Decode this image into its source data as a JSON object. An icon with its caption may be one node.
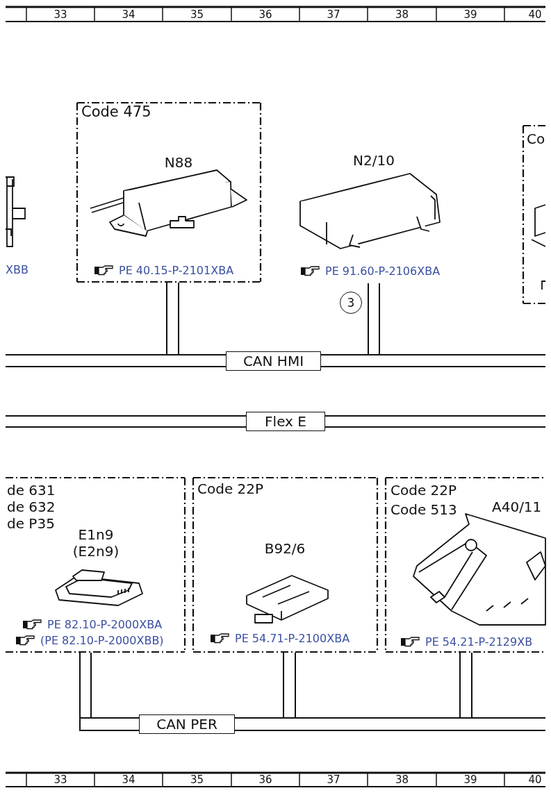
{
  "diagram": {
    "nodes": [
      {
        "text": [
          "Code 475"
        ]
      },
      {
        "text": [
          "N88",
          "PE 40.15-P-2101XBA"
        ],
        "in": 0
      },
      {
        "text": [
          "N2/10",
          "PE 91.60-P-2106XBA"
        ]
      },
      {
        "text": [
          "CAN HMI"
        ]
      },
      {
        "text": [
          "Flex E"
        ]
      },
      {
        "text": [
          "de 631",
          "de 632",
          "de P35"
        ]
      },
      {
        "text": [
          "E1n9 (E2n9)",
          "PE 82.10-P-2000XBA",
          "(PE 82.10-P-2000XBB)"
        ],
        "in": 5
      },
      {
        "text": [
          "Code 22P"
        ]
      },
      {
        "text": [
          "B92/6",
          "PE 54.71-P-2100XBA"
        ],
        "in": 7
      },
      {
        "text": [
          "Code 22P",
          "Code 513"
        ]
      },
      {
        "text": [
          "A40/11",
          "PE 54.21-P-2129XB"
        ],
        "in": 9
      },
      {
        "text": [
          "CAN PER"
        ]
      },
      {
        "text": [
          "Co"
        ]
      }
    ],
    "edges": [
      {
        "from": 0,
        "to": 3,
        "arrow": "none"
      },
      {
        "from": 2,
        "to": 3,
        "arrow": "none"
      },
      {
        "from": 5,
        "to": 11,
        "arrow": "none"
      },
      {
        "from": 7,
        "to": 11,
        "arrow": "none"
      },
      {
        "from": 9,
        "to": 11,
        "arrow": "none"
      }
    ],
    "labels": [
      "33",
      "34",
      "35",
      "36",
      "37",
      "38",
      "39",
      "40",
      "XBB",
      "3",
      "33",
      "34",
      "35",
      "36",
      "37",
      "38",
      "39",
      "40"
    ]
  }
}
